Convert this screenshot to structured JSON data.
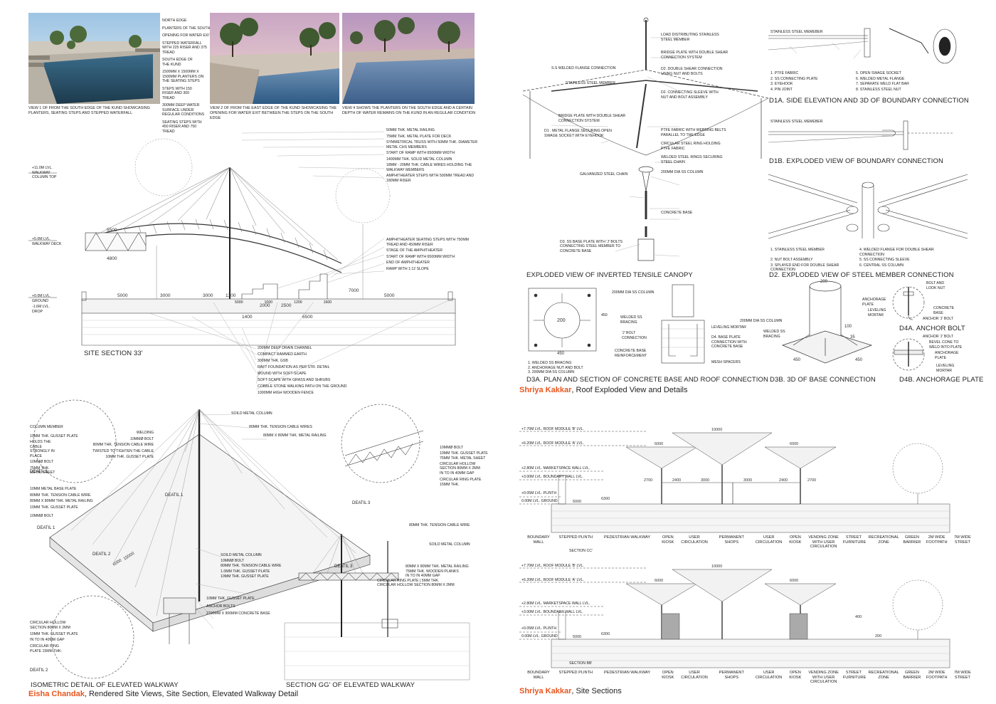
{
  "views": {
    "v1": "VIEW 1 OF FROM THE SOUTH EDGE OF THE KUND SHOWCASING PLANTERS, SEATING STEPS AND STEPPED WATERFALL",
    "v2": "VIEW 2 OF FROM THE EAST EDGE OF THE KUND SHOWCASING THE OPENING FOR WATER EXIT BETWEEN THE STEPS ON THE SOUTH EDGE",
    "v3": "VIEW 4 SHOWS THE PLANTERS ON THE SOUTH EDGE AND A CERTAIN DEPTH OF WATER REMAINS ON THE KUND IN AN REGULAR CONDITION",
    "v1_labels": [
      "NORTH EDGE",
      "PLANTERS OF THE SOUTH EDGE",
      "OPENING FOR WATER EXIT",
      "STEPPED WATERFALL WITH 225 RISER AND 375 TREAD",
      "SOUTH EDGE OF THE KUND",
      "1500mm X 1500mm X 1500mm PLANTERS ON THE SEATING STEPS",
      "STEPS WITH 150 RISER AND 300 TREAD",
      "300mm DEEP WATER SURFACE UNDER REGULAR CONDITIONS",
      "SEATING STEPS WITH 450 RISER AND 750 TREAD"
    ]
  },
  "site_section": {
    "title": "SITE SECTION 33'",
    "levels": [
      "+11.0m LVL. WALKWAY COLUMN TOP",
      "+5.0m LVL. WALKWAY DECK",
      "+0.0m LVL. GROUND",
      "-1.6m LVL. DROP"
    ],
    "top_notes": [
      "50mm THK. METAL RAILING",
      "75mm THK. METAL PLATE FOR DECK",
      "SYMMETRICAL TRUSS WITH 50mm THK. DIAMETER METAL CHS MEMBERS",
      "START OF RAMP WITH 6500mm WIDTH",
      "1400mm THK. SOLID METAL COLUMN",
      "18mm - 20mm THK. CABLE WIRES HOLDING THE WALKWAY MEMBERS",
      "AMPHITHEATER STEPS WITH 500mm TREAD AND 180mm RISER"
    ],
    "mid_notes": [
      "AMPHITHEATER SEATING STEPS WITH 750mm TREAD AND 450mm RISER",
      "STAGE OF THE AMPHITHEATER",
      "START OF RAMP WITH 6500mm WIDTH",
      "END OF AMPHITHEATER",
      "RAMP WITH 1:12 SLOPE"
    ],
    "bottom_notes": [
      "200mm DEEP DRAIN CHANNEL",
      "COMPACT RAMMED EARTH",
      "300mm THK. GSB",
      "RAFT FOUNDATION AS PER STR. DETAIL",
      "MOUND WITH SOFT-SCAPE",
      "SOFT-SCAPE WITH GRASS AND SHRUBS",
      "COBBLE STONE WALKING PATH ON THE GROUND",
      "1000mm HIGH WOODEN FENCE"
    ],
    "dims": [
      "5500",
      "4800",
      "5000",
      "3000",
      "3000",
      "1300",
      "2000",
      "2500",
      "7000",
      "1400",
      "6500",
      "5000",
      "5000",
      "1000",
      "1200",
      "1600"
    ]
  },
  "walkway": {
    "iso_title": "ISOMETRIC DETAIL OF ELEVATED WALKWAY",
    "section_title": "SECTION GG' OF ELEVATED WALKWAY",
    "details": [
      "DEATIL 1",
      "DEATIL 1",
      "DEATIL 1",
      "DEATIL 2",
      "DEATIL 2",
      "DEATIL 3",
      "DEATIL 3"
    ],
    "d1_notes": [
      "COLUMN MEMBER",
      "WELDING",
      "10mm THK. GUSSET PLATE",
      "10mmØ BOLT",
      "HOLDS THE CABLE STRONGLY IN PLACE",
      "80mm THK. TENSION CABLE WIRE",
      "10mmØ BOLT",
      "TWISTED TO TIGHTEN THE CABLE",
      "75mm THK. METAL SHEET",
      "10mm THK. GUSSET PLATE"
    ],
    "iso_notes": [
      "SOILD METAL COLUMN",
      "80mm THK. TENSION CABLE WIRES",
      "80mm X 80mm THK. METAL RAILING",
      "10mm METAL BASE PLATE",
      "80mm THK. TENSION CABLE WIRE",
      "80mm X 80mm THK. METAL RAILING",
      "10mm THK. GUSSET PLATE",
      "10mmØ BOLT",
      "SOILD METAL COLUMN",
      "10mmØ BOLT",
      "80mm THK. TENSION CABLE WIRE",
      "1.0mm THK. GUSSET PLATE",
      "10mm THK. GUSSET PLATE",
      "10mm THK. GUSSET PLATE",
      "ANCHOR BOLTS",
      "2700mm X 900mm CONCRETE BASE"
    ],
    "d2_notes": [
      "CIRCULAR HOLLOW SECTION 80mm X 2mm",
      "10mm THK. GUSSET PLATE",
      "IN TO IN 40mm GAP",
      "CIRCULAR RING PLATE 15mm THK."
    ],
    "d3_notes": [
      "10mmØ BOLT",
      "10mm THK. GUSSET PLATE",
      "75mm THK. METAL SHEET",
      "CIRCULAR HOLLOW SECTION 80mm X 2mm IN TO IN 40mm GAP",
      "CIRCULAR RING PLATE 15mm THK."
    ],
    "gg_notes": [
      "80mm THK. TENSION CABLE WIRE",
      "SOILD METAL COLUMN",
      "80mm X 80mm THK. METAL RAILING",
      "75mm THK. WOODEN PLANKS",
      "IN TO IN 40mm GAP",
      "CIRCULAR RING PLATE | 5mm THK.",
      "CIRCULAR HOLLOW SECTION 80mm X 2mm"
    ],
    "dims": [
      "6000",
      "15000"
    ]
  },
  "credit_left": {
    "author": "Eisha Chandak",
    "text": ", Rendered Site Views, Site Section, Elevated Walkway Detail"
  },
  "canopy": {
    "title": "EXPLODED VIEW OF INVERTED TENSILE CANOPY",
    "notes": [
      "LOAD DISTRIBUTING STAINLESS STEEL MEMBER",
      "BRIDGE PLATE WITH DOUBLE SHEAR CONNECTION SYSTEM",
      "S.S WELDED FLANGE CONNECTION",
      "STAINLESS STEEL MEMBER",
      "D2. DOUBLE SHEAR CONNECTION USING NUT AND BOLTS",
      "D2. CONNECTING SLEEVE WITH NUT AND BOLT ASSEMBLY",
      "BRIDGE PLATE WITH DOUBLE SHEAR CONNECTION SYSTEM",
      "D1 . METAL FLANGE SECURING OPEN SWAGE SOCKET WITH EYEHOOK",
      "PTFE FABRIC WITH WEBBING BELTS PARALLEL TO THE EDGE",
      "CIRCULAR STEEL RING HOLDING PTFE FABRIC",
      "GALVANIZED STEEL CHAIN",
      "WELDED STEEL RINGS SECURING STEEL CHAIN",
      "200MM DIA SS COLUMN",
      "D3. SS BASE PLATE WITH 'J' BOLTS CONNECTING STEEL MEMBER TO CONCRETE BASE",
      "CONCRETE BASE"
    ]
  },
  "d1a": {
    "title": "D1A. SIDE ELEVATION AND 3D OF BOUNDARY CONNECTION",
    "member_label": "STAINLESS STEEL MEMEBER",
    "legend": [
      "1. PTFE FABRIC",
      "2. SS CONNECTING PLATE",
      "3. EYEHOOK",
      "4. PIN JOINT",
      "5. OPEN SWAGE SOCKET",
      "6. WELDED METAL FLANGE",
      "7. SEPARATE WELD FLAT BAR",
      "8. STAINLESS STEEL NUT"
    ]
  },
  "d1b": {
    "title": "D1B. EXPLODED VIEW OF BOUNDARY CONNECTION",
    "member_label": "STAINLESS STEEL MEMEBER"
  },
  "d2": {
    "title": "D2. EXPLODED VIEW OF STEEL MEMBER CONNECTION",
    "legend": [
      "1. STAINLESS STEEL MEMBER",
      "2. NUT BOLT ASSEMBLY",
      "3. SPLAYED END FOR DOUBLE SHEAR CONNECTION",
      "4. WELDED FLANGE FOR DOUBLE SHEAR CONNECTION",
      "5. SS CONNECTING SLEEVE",
      "6. CENTRAL SS COLUMN"
    ]
  },
  "d3a": {
    "title": "D3A. PLAN AND SECTION OF CONCRETE BASE AND ROOF CONNECTION",
    "legend": [
      "1. WELDED SS BRACING",
      "2. ANCHORAGE NUT AND BOLT",
      "3. 200MM DIA SS COLUMN"
    ],
    "labels": [
      "200MM DIA SS COLUMN",
      "WELDED SS BRACING",
      "'J' BOLT CONNECTION",
      "CONCRETE BASE REINFORCEMENT",
      "LEVELING MORTAR",
      "D4. BASE PLATE CONNECTION WITH CONCRETE BASE",
      "MESH SPACERS"
    ],
    "dims": [
      "200",
      "450",
      "450"
    ]
  },
  "d3b": {
    "title": "D3B. 3D OF BASE CONNECTION",
    "labels": [
      "200MM DIA SS COLUMN",
      "WELDED SS BRACING",
      "ANCHORAGE PLATE",
      "LEVELING MORTAR"
    ],
    "dims": [
      "200",
      "100",
      "35",
      "450",
      "450"
    ]
  },
  "d4a": {
    "title": "D4A. ANCHOR BOLT",
    "labels": [
      "BOLT AND LOOK NUT",
      "CONCRETE BASE",
      "ANCHOR 'J' BOLT"
    ]
  },
  "d4b": {
    "title": "D4B. ANCHORAGE PLATE",
    "labels": [
      "ANCHOR 'J' BOLT",
      "BEVEL CONE TO WELD INTO PLATE",
      "ANCHORAGE PLATE",
      "LEVELING MORTAR"
    ]
  },
  "credit_right_top": {
    "author": "Shriya Kakkar",
    "text": ", Roof Exploded View and Details"
  },
  "site_sections": {
    "levels": [
      "+7.70M LVL. ROOF MODULE 'B' LVL.",
      "+6.20M LVL. ROOF MODULE 'A' LVL.",
      "+2.80M LVL. MARKETSPACE WALL LVL.",
      "+3.00M LVL. BOUNDARY WALL LVL.",
      "+0.05M LVL. PLINTH",
      "0.00M LVL. GROUND"
    ],
    "zones": [
      "BOUNDARY WALL",
      "STEPPED PLINTH",
      "PEDESTRIAN WALKWAY",
      "OPEN KIOSK",
      "USER CIRCULATION",
      "PERMANENT SHOPS",
      "USER CIRCULATION",
      "OPEN KIOSK",
      "VENDING ZONE WITH USER CIRCULATION",
      "STREET FURNITURE",
      "RECREATIONAL ZONE",
      "GREEN BARRIER",
      "2M WIDE FOOTPATH",
      "7M WIDE STREET"
    ],
    "section_cc": "SECTION CC'",
    "section_bb": "SECTION BB'",
    "dims": [
      "10000",
      "6000",
      "6000",
      "2700",
      "2400",
      "3000",
      "3000",
      "2400",
      "2700",
      "5000",
      "6300",
      "400",
      "200"
    ]
  },
  "credit_right_bottom": {
    "author": "Shriya Kakkar",
    "text": ", Site Sections"
  }
}
